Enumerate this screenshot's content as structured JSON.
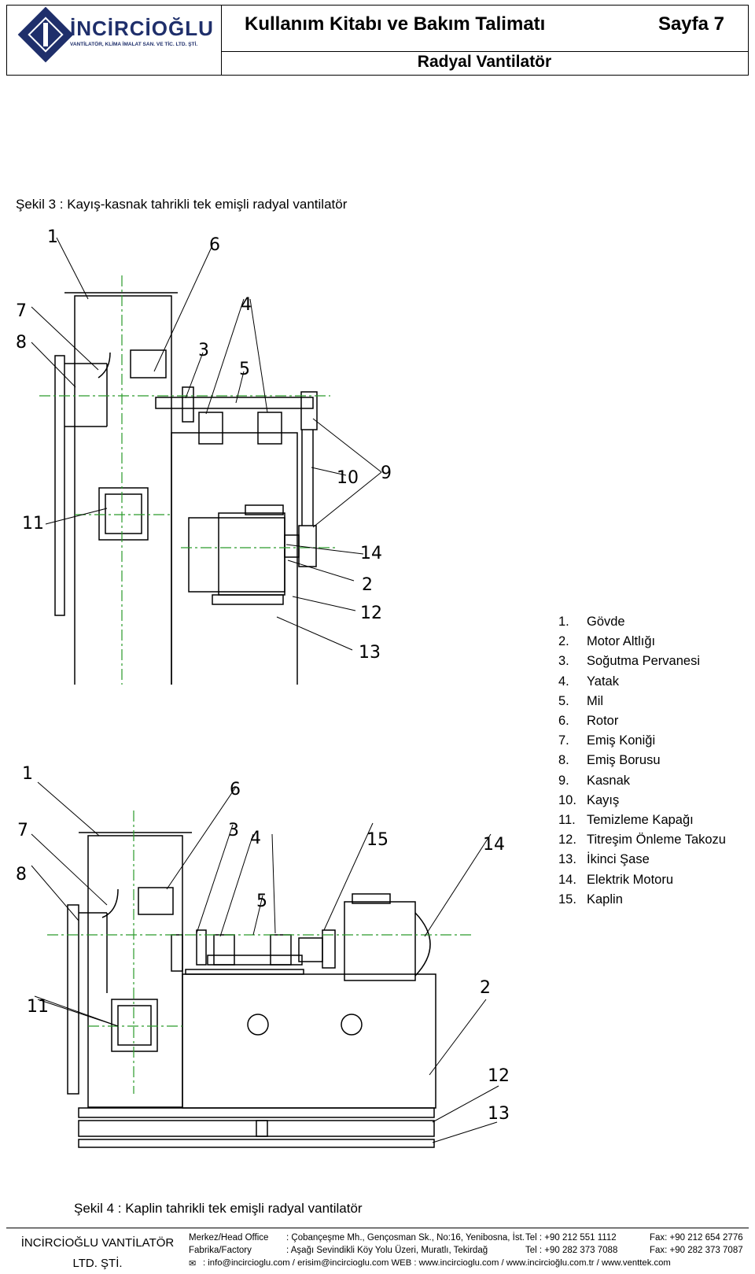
{
  "header": {
    "logo_text": "İNCİRCİOĞLU",
    "logo_subtext": "VANTİLATÖR, KLİMA İMALAT SAN. VE TİC. LTD. ŞTİ.",
    "title": "Kullanım Kitabı ve Bakım Talimatı",
    "page": "Sayfa 7",
    "subtitle": "Radyal Vantilatör"
  },
  "figure3": {
    "caption": "Şekil 3 : Kayış-kasnak tahrikli tek emişli radyal vantilatör",
    "labels": [
      "1",
      "6",
      "4",
      "7",
      "8",
      "3",
      "5",
      "10",
      "9",
      "11",
      "14",
      "2",
      "12",
      "13"
    ]
  },
  "figure4": {
    "caption": "Şekil 4 : Kaplin tahrikli tek emişli radyal vantilatör",
    "labels": [
      "1",
      "6",
      "7",
      "3",
      "4",
      "15",
      "14",
      "8",
      "5",
      "11",
      "2",
      "12",
      "13"
    ]
  },
  "legend": [
    {
      "num": "1.",
      "text": "Gövde"
    },
    {
      "num": "2.",
      "text": "Motor Altlığı"
    },
    {
      "num": "3.",
      "text": "Soğutma Pervanesi"
    },
    {
      "num": "4.",
      "text": "Yatak"
    },
    {
      "num": "5.",
      "text": "Mil"
    },
    {
      "num": "6.",
      "text": "Rotor"
    },
    {
      "num": "7.",
      "text": "Emiş Koniği"
    },
    {
      "num": "8.",
      "text": "Emiş Borusu"
    },
    {
      "num": "9.",
      "text": "Kasnak"
    },
    {
      "num": "10.",
      "text": "Kayış"
    },
    {
      "num": "11.",
      "text": "Temizleme Kapağı"
    },
    {
      "num": "12.",
      "text": "Titreşim Önleme Takozu"
    },
    {
      "num": "13.",
      "text": "İkinci Şase"
    },
    {
      "num": "14.",
      "text": "Elektrik Motoru"
    },
    {
      "num": "15.",
      "text": "Kaplin"
    }
  ],
  "footer": {
    "company_line1": "İNCİRCİOĞLU VANTİLATÖR",
    "company_line2": "LTD. ŞTİ.",
    "office_label": "Merkez/Head Office",
    "office_address": ": Çobançeşme Mh., Gençosman Sk., No:16, Yenibosna, İst.",
    "office_tel": "Tel :  +90 212 551 1112",
    "office_fax": "Fax:  +90 212 654 2776",
    "factory_label": "Fabrika/Factory",
    "factory_address": ": Aşağı Sevindikli Köy Yolu Üzeri, Muratlı, Tekirdağ",
    "factory_tel": "Tel :  +90 282 373 7088",
    "factory_fax": "Fax:  +90 282 373 7087",
    "contact": ": info@incircioglu.com  /  erisim@incircioglu.com  WEB :  www.incircioglu.com  /  www.incircioğlu.com.tr  /  www.venttek.com"
  }
}
